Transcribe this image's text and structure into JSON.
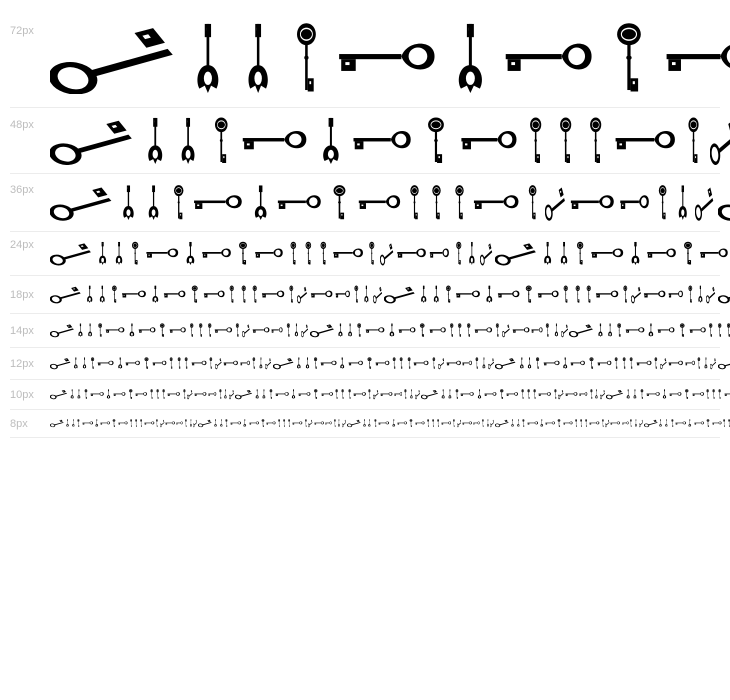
{
  "preview": {
    "rows": [
      {
        "label": "72px",
        "size": 72
      },
      {
        "label": "48px",
        "size": 48
      },
      {
        "label": "36px",
        "size": 36
      },
      {
        "label": "24px",
        "size": 24
      },
      {
        "label": "18px",
        "size": 18
      },
      {
        "label": "14px",
        "size": 14
      },
      {
        "label": "12px",
        "size": 12
      },
      {
        "label": "10px",
        "size": 10
      },
      {
        "label": "8px",
        "size": 8
      }
    ],
    "glyph_color": "#000000",
    "label_color": "#bdbdbd"
  }
}
